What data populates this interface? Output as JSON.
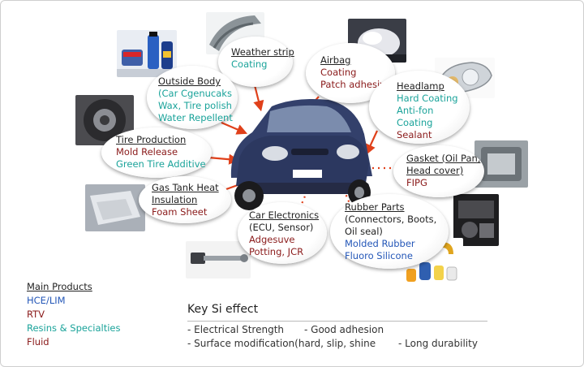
{
  "bubbles": {
    "weather": {
      "title": "Weather strip",
      "lines": [
        {
          "text": "Coating",
          "color": "teal"
        }
      ]
    },
    "airbag": {
      "title": "Airbag",
      "lines": [
        {
          "text": "Coating",
          "color": "red"
        },
        {
          "text": "Patch adhesive",
          "color": "red"
        }
      ]
    },
    "outside": {
      "title": "Outside Body",
      "lines": [
        {
          "text": "(Car Cgenucaks",
          "color": "teal"
        },
        {
          "text": "Wax, Tire polish",
          "color": "teal"
        },
        {
          "text": "Water Repellent",
          "color": "teal"
        }
      ]
    },
    "headlamp": {
      "title": "Headlamp",
      "lines": [
        {
          "text": "Hard Coating",
          "color": "teal"
        },
        {
          "text": "Anti-fon",
          "color": "teal"
        },
        {
          "text": "Coating",
          "color": "teal"
        },
        {
          "text": "Sealant",
          "color": "red"
        }
      ]
    },
    "tire": {
      "title": "Tire Production",
      "lines": [
        {
          "text": "Mold Release",
          "color": "red"
        },
        {
          "text": "Green Tire Additive",
          "color": "teal"
        }
      ]
    },
    "gasket": {
      "title": "Gasket (Oil Pan,",
      "title2": "Head cover)",
      "lines": [
        {
          "text": "FIPG",
          "color": "red"
        }
      ]
    },
    "gastank": {
      "title": "Gas Tank Heat",
      "title2": "Insulation",
      "lines": [
        {
          "text": "Foam Sheet",
          "color": "red"
        }
      ]
    },
    "electronics": {
      "title": "Car Electronics",
      "lines": [
        {
          "text": "(ECU, Sensor)",
          "color": "dark"
        },
        {
          "text": "Adgesuve",
          "color": "red"
        },
        {
          "text": "Potting, JCR",
          "color": "red"
        }
      ]
    },
    "rubber": {
      "title": "Rubber Parts",
      "lines": [
        {
          "text": "(Connectors, Boots,",
          "color": "dark"
        },
        {
          "text": "Oil seal)",
          "color": "dark"
        },
        {
          "text": "Molded Rubber",
          "color": "blue"
        },
        {
          "text": "Fluoro Silicone",
          "color": "blue"
        }
      ]
    }
  },
  "legend": {
    "title": "Main Products",
    "items": [
      {
        "text": "HCE/LIM",
        "color": "blue"
      },
      {
        "text": "RTV",
        "color": "red"
      },
      {
        "text": "Resins & Specialties",
        "color": "teal"
      },
      {
        "text": "Fluid",
        "color": "red"
      }
    ]
  },
  "key_effect": {
    "title": "Key Si effect",
    "items": [
      "- Electrical Strength",
      "- Good adhesion",
      "- Surface modification(hard, slip, shine",
      "- Long durability"
    ]
  },
  "colors": {
    "red": "#8a1a1a",
    "teal": "#1aa39a",
    "blue": "#2457b8",
    "arrow": "#e0401a"
  }
}
